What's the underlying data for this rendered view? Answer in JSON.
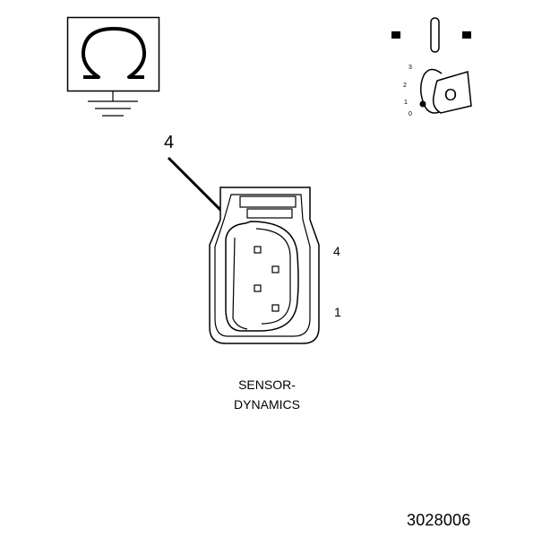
{
  "callout_number": "4",
  "pin_labels": {
    "top": "4",
    "bottom": "1"
  },
  "caption": {
    "line1": "SENSOR-",
    "line2": "DYNAMICS"
  },
  "document_id": "3028006",
  "ignition": {
    "positions": [
      "3",
      "2",
      "1",
      "0"
    ],
    "key_letter": "O"
  },
  "icons": [
    "ohmmeter-ground-icon",
    "ignition-key-icon",
    "connector-icon"
  ]
}
